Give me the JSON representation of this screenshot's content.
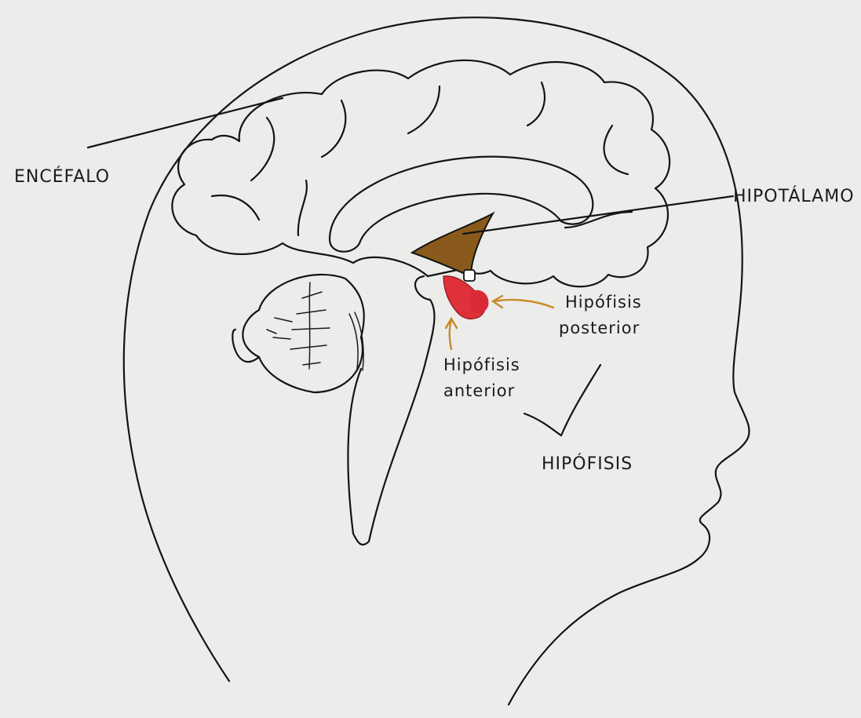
{
  "labels": {
    "encefalo": "ENCÉFALO",
    "hipotalamo": "HIPOTÁLAMO",
    "hipofisis_posterior_1": "Hipófisis",
    "hipofisis_posterior_2": "posterior",
    "hipofisis_anterior_1": "Hipófisis",
    "hipofisis_anterior_2": "anterior",
    "hipofisis": "HIPÓFISIS"
  },
  "colors": {
    "paper": "#ececea",
    "ink": "#141414",
    "hypothalamus": "#8a5a1c",
    "pituitary": "#e0303a",
    "arrow": "#c98a2a"
  }
}
